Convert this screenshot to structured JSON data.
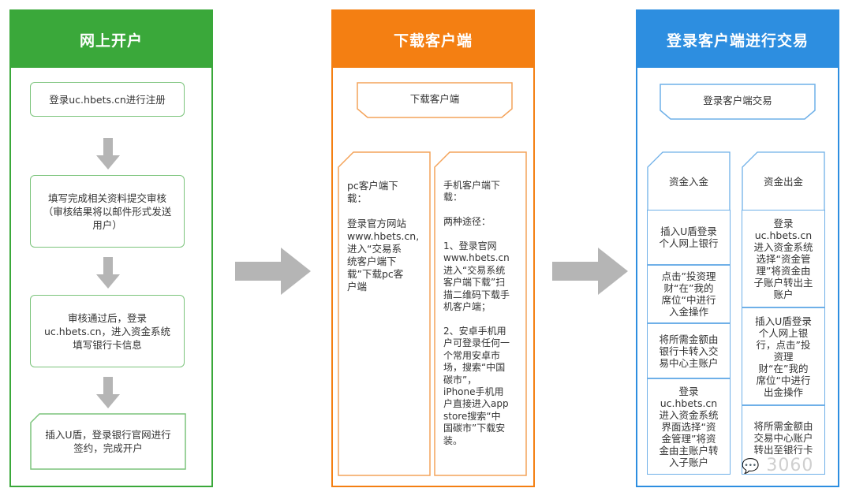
{
  "panels": {
    "account": {
      "title": "网上开户",
      "steps": [
        "登录uc.hbets.cn进行注册",
        "填写完成相关资料提交审核\n（审核结果将以邮件形式发送\n用户）",
        "审核通过后，登录\nuc.hbets.cn，进入资金系统\n填写银行卡信息",
        "插入U盾，登录银行官网进行\n签约，完成开户"
      ]
    },
    "download": {
      "title": "下载客户端",
      "header": "下载客户端",
      "pc": "pc客户端下\n载：\n\n登录官方网站\nwww.hbets.cn,\n进入“交易系\n统客户端下\n载”下载pc客\n户端",
      "mobile": "手机客户端下\n载：\n\n两种途径：\n\n1、登录官网\nwww.hbets.cn\n进入“交易系统\n客户端下载”扫\n描二维码下载手\n机客户端；\n\n2、安卓手机用\n户可登录任何一\n个常用安卓市\n场，搜索“中国\n碳市”，\niPhone手机用\n户直接进入app\nstore搜索“中\n国碳市”下载安\n装。"
    },
    "trade": {
      "title": "登录客户端进行交易",
      "header": "登录客户端交易",
      "deposit": {
        "title": "资金入金",
        "cells": [
          "插入U盾登录\n个人网上银行",
          "点击”投资理\n财“在”我的\n席位“中进行\n入金操作",
          "将所需金额由\n银行卡转入交\n易中心主账户",
          "登录\nuc.hbets.cn\n进入资金系统\n界面选择“资\n金管理”将资\n金由主账户转\n入子账户"
        ]
      },
      "withdraw": {
        "title": "资金出金",
        "cells": [
          "登录\nuc.hbets.cn\n进入资金系统\n选择“资金管\n理”将资金由\n子账户转出主\n账户",
          "插入U盾登录\n个人网上银\n行，点击”投\n资理\n财“在”我的\n席位“中进行\n出金操作",
          "将所需金额由\n交易中心账户\n转出至银行卡"
        ]
      }
    }
  },
  "watermark": "3060",
  "colors": {
    "green": "#3aa83a",
    "orange": "#f47f12",
    "blue": "#2d8ee0",
    "arrow": "#b5b5b5"
  }
}
